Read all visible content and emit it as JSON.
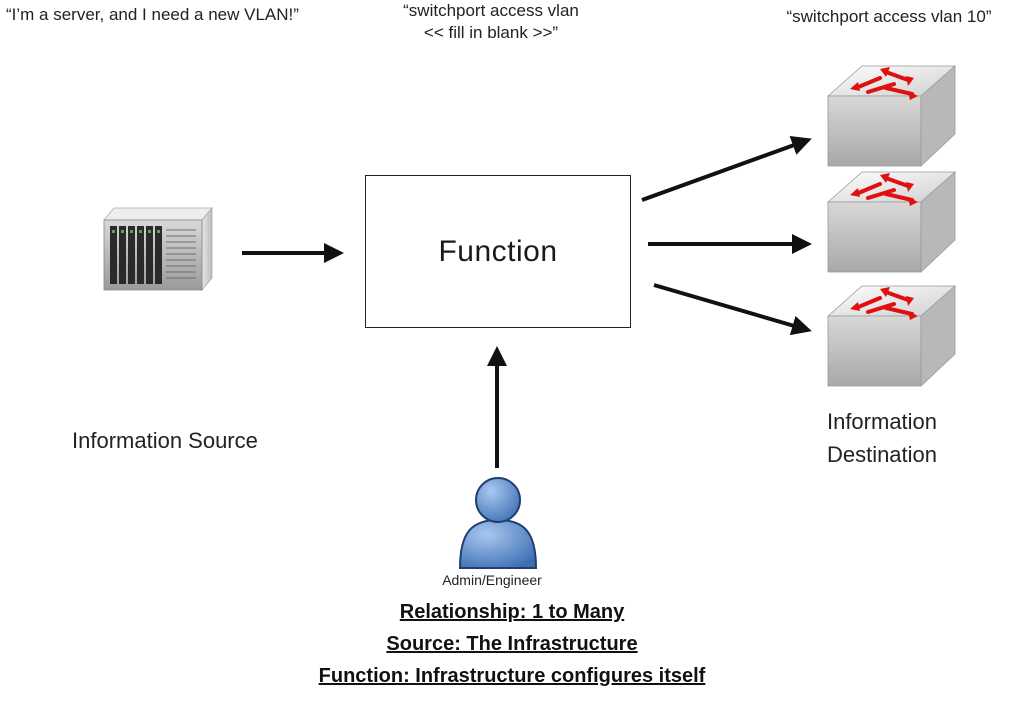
{
  "quotes": {
    "server": "“I’m a server, and I need a new VLAN!”",
    "mid_line1": "“switchport access vlan",
    "mid_line2": "<< fill in blank >>”",
    "right": "“switchport access vlan 10”"
  },
  "function_box": {
    "label": "Function"
  },
  "source": {
    "label": "Information Source",
    "icon": "server-icon"
  },
  "destination": {
    "label_line1": "Information",
    "label_line2": "Destination",
    "icon": "switch-icon",
    "count": 3
  },
  "admin": {
    "label": "Admin/Engineer",
    "icon": "user-icon"
  },
  "summary": {
    "relationship": "Relationship: 1 to Many",
    "source": "Source: The Infrastructure",
    "function": "Function: Infrastructure configures itself"
  },
  "colors": {
    "arrow": "#111111",
    "switch_arrow": "#e01010",
    "user_blue": "#5b8fd1"
  }
}
